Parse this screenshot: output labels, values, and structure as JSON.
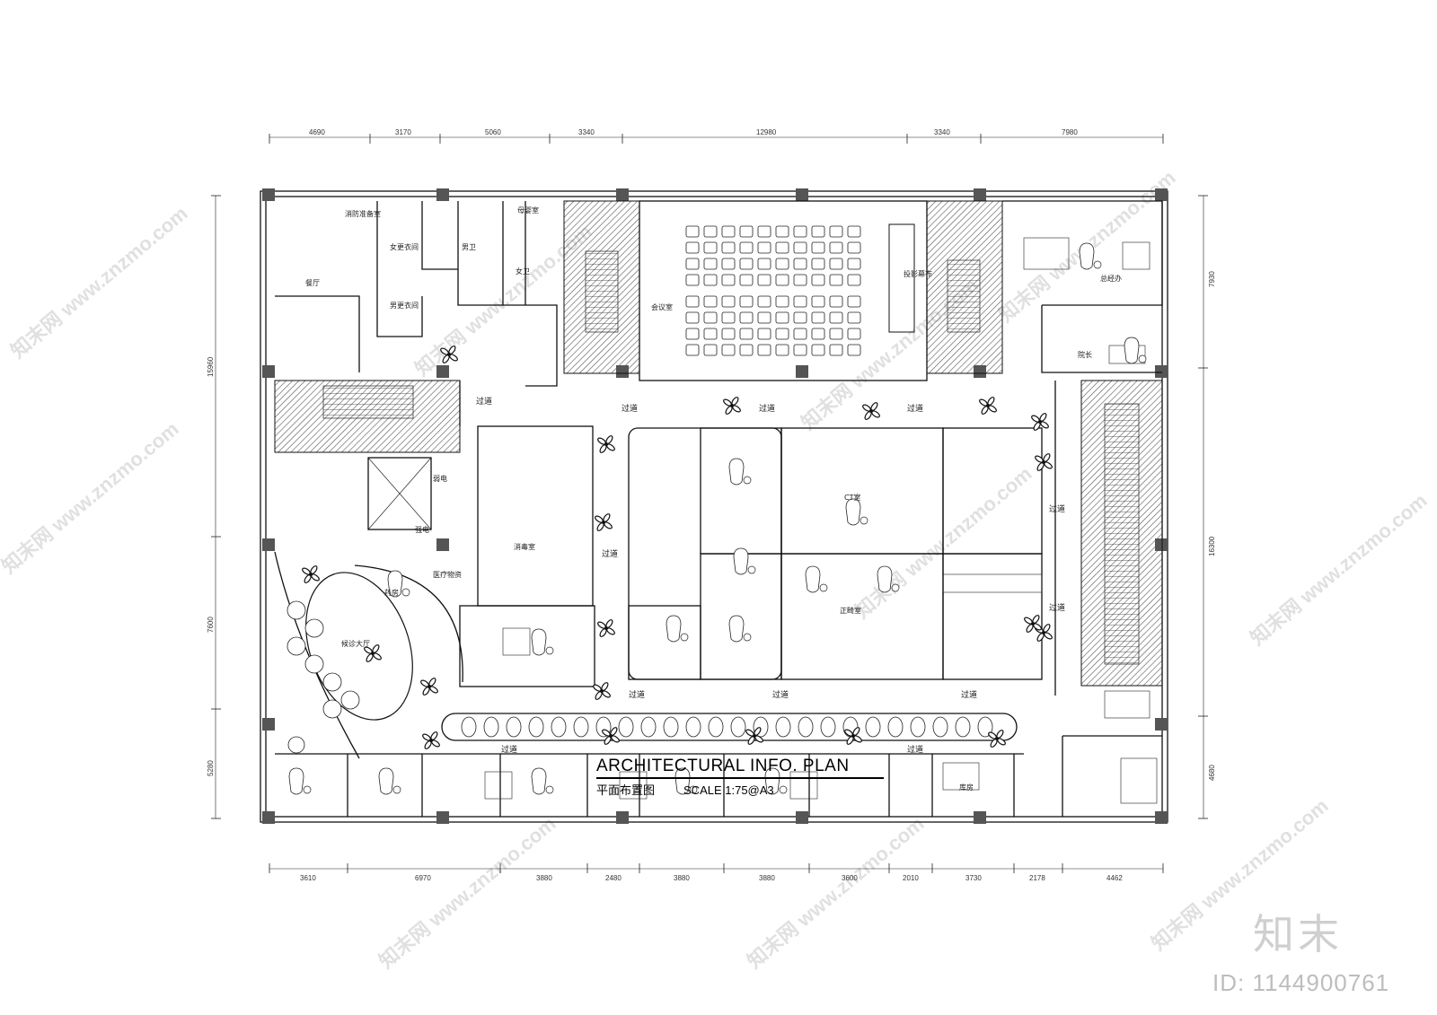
{
  "plan": {
    "title": "ARCHITECTURAL INFO.  PLAN",
    "subtitle": "平面布置图",
    "scale": "SCALE  1:75@A3"
  },
  "dimensions": {
    "top": [
      "4690",
      "3170",
      "5060",
      "3340",
      "12980",
      "3340",
      "7980"
    ],
    "bottom": [
      "3610",
      "6970",
      "3880",
      "2480",
      "3880",
      "3880",
      "3600",
      "2010",
      "3730",
      "2178",
      "4462"
    ],
    "left": [
      "15960",
      "7600",
      "5280"
    ],
    "right": [
      "7930",
      "16300",
      "4680"
    ]
  },
  "rooms": {
    "canteen": "餐厅",
    "conference": "会议室",
    "gm_office": "总经办",
    "dean": "院长",
    "orthodontic": "正畸室",
    "lobby": "候诊大厅",
    "disinfection": "消毒室",
    "medical_waste": "医疗物资",
    "pharmacy": "药房",
    "weak_elec": "弱电",
    "strong_elec": "强电",
    "female_wc": "女卫",
    "male_wc": "男卫",
    "mother_baby": "母婴室",
    "fire_room": "消防准备室",
    "change_female": "女更衣间",
    "change_male": "男更衣间",
    "ct_room": "CT室",
    "storage": "库房",
    "projection": "投影幕布"
  },
  "corridor_label": "过道",
  "watermark": {
    "site": "知末网 www.znzmo.com",
    "logo": "知末",
    "id": "ID: 1144900761"
  }
}
